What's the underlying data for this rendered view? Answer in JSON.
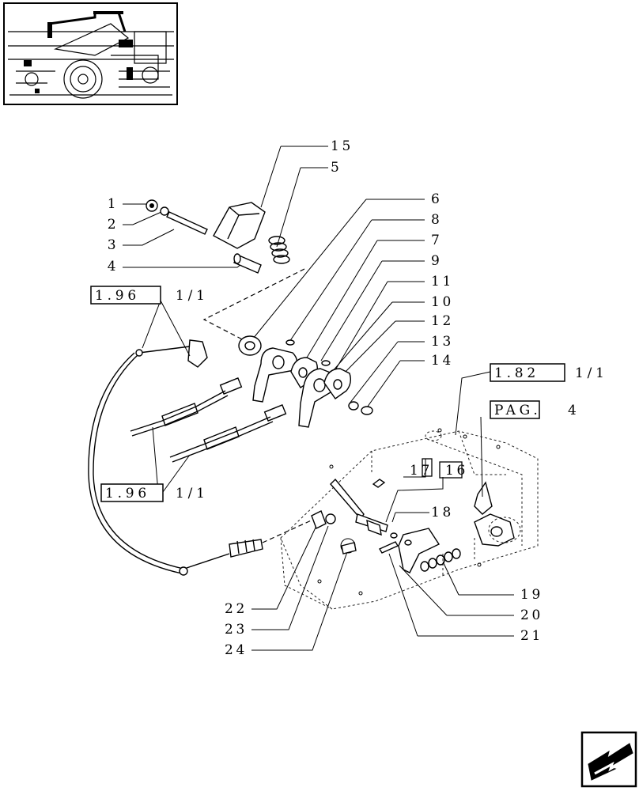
{
  "callouts": [
    {
      "id": "c1",
      "text": "1"
    },
    {
      "id": "c2",
      "text": "2"
    },
    {
      "id": "c3",
      "text": "3"
    },
    {
      "id": "c4",
      "text": "4"
    },
    {
      "id": "c5",
      "text": "5"
    },
    {
      "id": "c6",
      "text": "6"
    },
    {
      "id": "c7",
      "text": "7"
    },
    {
      "id": "c8",
      "text": "8"
    },
    {
      "id": "c9",
      "text": "9"
    },
    {
      "id": "c10",
      "text": "10"
    },
    {
      "id": "c11",
      "text": "11"
    },
    {
      "id": "c12",
      "text": "12"
    },
    {
      "id": "c13",
      "text": "13"
    },
    {
      "id": "c14",
      "text": "14"
    },
    {
      "id": "c15",
      "text": "15"
    },
    {
      "id": "c16",
      "text": "16"
    },
    {
      "id": "c17",
      "text": "17"
    },
    {
      "id": "c18",
      "text": "18"
    },
    {
      "id": "c19",
      "text": "19"
    },
    {
      "id": "c20",
      "text": "20"
    },
    {
      "id": "c21",
      "text": "21"
    },
    {
      "id": "c22",
      "text": "22"
    },
    {
      "id": "c23",
      "text": "23"
    },
    {
      "id": "c24",
      "text": "24"
    }
  ],
  "references": [
    {
      "id": "r1",
      "box": "1.96",
      "suffix": "1/1"
    },
    {
      "id": "r2",
      "box": "1.96",
      "suffix": "1/1"
    },
    {
      "id": "r3",
      "box": "1.82",
      "suffix": "1/1"
    },
    {
      "id": "r4",
      "box": "PAG.",
      "suffix": "4"
    }
  ],
  "icons": {
    "thumbnail": "tractor-thumbnail-icon",
    "nav": "next-page-arrow-icon"
  }
}
